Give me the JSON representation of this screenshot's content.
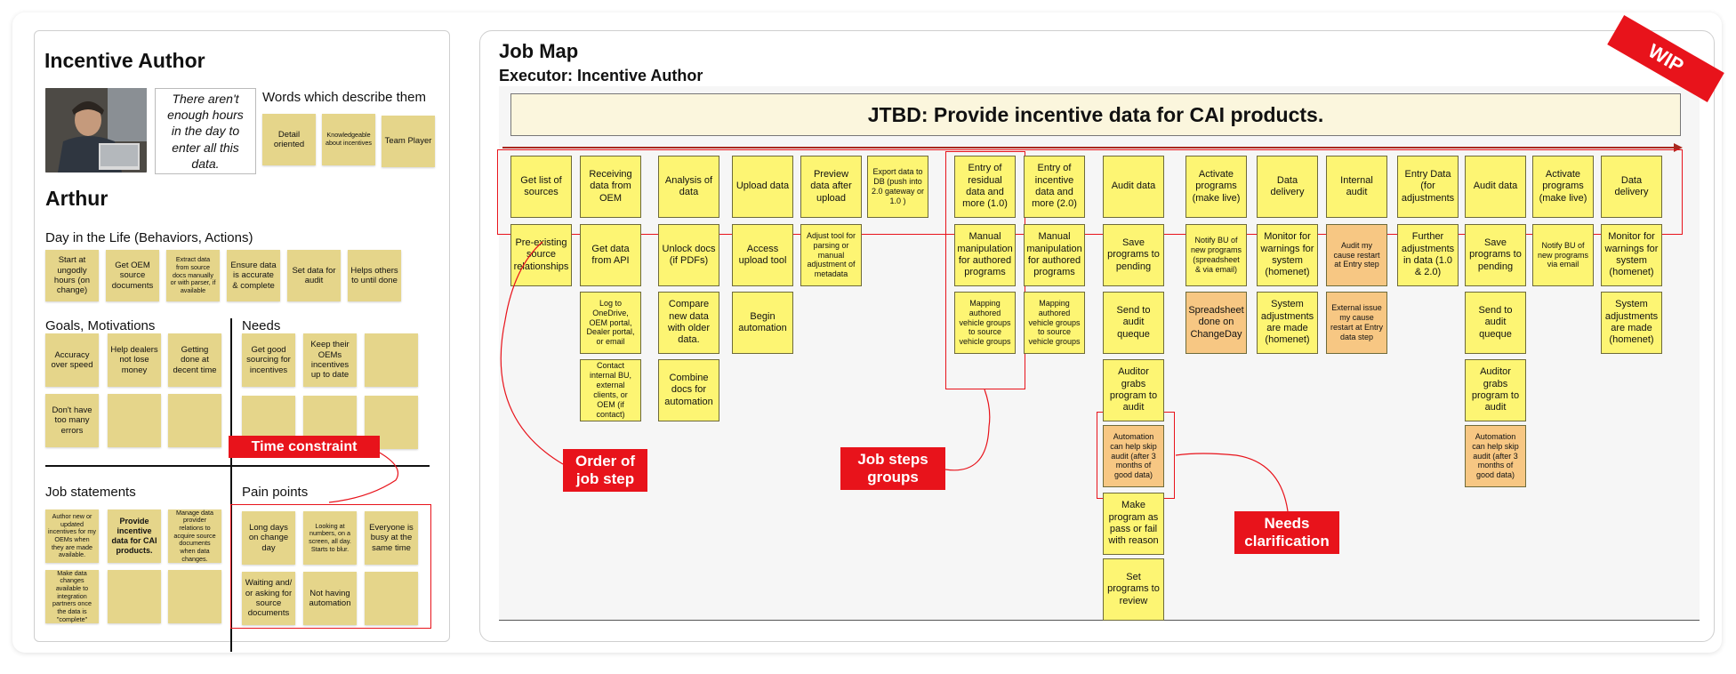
{
  "persona": {
    "title": "Incentive Author",
    "quote": "There aren't enough hours in the day to enter all this data.",
    "words_heading": "Words which describe them",
    "words": [
      "Detail oriented",
      "Knowledgeable about incentives",
      "Team Player"
    ],
    "name": "Arthur",
    "day_heading": "Day in the Life (Behaviors, Actions)",
    "day": [
      "Start at ungodly hours (on change)",
      "Get OEM source documents",
      "Extract data from source docs manually or with parser, if available",
      "Ensure data is accurate & complete",
      "Set data for audit",
      "Helps others to until done"
    ],
    "goals_heading": "Goals, Motivations",
    "goals": [
      "Accuracy over speed",
      "Help dealers not lose money",
      "Getting done at decent time",
      "Don't have too many errors",
      "",
      ""
    ],
    "needs_heading": "Needs",
    "needs": [
      "Get good sourcing for incentives",
      "Keep their OEMs incentives up to date",
      "",
      "",
      "",
      ""
    ],
    "jobs_heading": "Job statements",
    "jobs": [
      "Author new or updated incentives for my OEMs when they are made available.",
      "Provide incentive data for CAI products.",
      "Manage data provider relations to acquire source documents when data changes.",
      "Make data changes available to integration partners once the data is \"complete\"",
      "",
      ""
    ],
    "pain_heading": "Pain points",
    "pain": [
      "Long days on change day",
      "Looking at numbers, on a screen, all day. Starts to blur.",
      "Everyone is busy at the same time",
      "Waiting and/ or asking for source documents",
      "Not having automation",
      ""
    ],
    "time_label": "Time constraint"
  },
  "jobmap": {
    "title": "Job Map",
    "executor": "Executor: Incentive Author",
    "jtbd": "JTBD: Provide incentive data for CAI products.",
    "columns": [
      [
        "Get list of sources",
        "Pre-existing source relationships"
      ],
      [
        "Receiving data from OEM",
        "Get data from API",
        "Log to OneDrive, OEM portal, Dealer portal, or email",
        "Contact internal BU, external clients, or OEM (if contact)"
      ],
      [
        "Analysis of data",
        "Unlock docs (if PDFs)",
        "Compare new data with older data.",
        "Combine docs for automation"
      ],
      [
        "Upload data",
        "Access upload tool",
        "Begin automation"
      ],
      [
        "Preview data after upload",
        "Adjust tool for parsing or manual adjustment of metadata"
      ],
      [
        "Export data to DB (push into 2.0 gateway or 1.0 )"
      ],
      [
        "Entry of residual data and more (1.0)",
        "Manual manipulation for authored programs",
        "Mapping authored vehicle groups to source vehicle groups"
      ],
      [
        "Entry of incentive data and more (2.0)",
        "Manual manipulation for authored programs",
        "Mapping authored vehicle groups to source vehicle groups"
      ],
      [
        "Audit data",
        "Save programs to pending",
        "Send to audit queque",
        "Auditor grabs program to audit",
        "Automation can help skip audit (after 3 months of good data)",
        "Make program as pass or fail with reason",
        "Set programs to review"
      ],
      [
        "Activate programs (make live)",
        "Notify BU of new programs (spreadsheet & via email)",
        "Spreadsheet done on ChangeDay"
      ],
      [
        "Data delivery",
        "Monitor for warnings for system (homenet)",
        "System adjustments are made (homenet)"
      ],
      [
        "Internal audit",
        "Audit my cause restart at Entry step",
        "External issue my cause restart at Entry data step"
      ],
      [
        "Entry Data (for adjustments",
        "Further adjustments in data (1.0 & 2.0)"
      ],
      [
        "Audit data",
        "Save programs to pending",
        "Send to audit queque",
        "Auditor grabs program to audit",
        "Automation can help skip audit (after 3 months of good data)"
      ],
      [
        "Activate programs (make live)",
        "Notify BU of new programs via email"
      ],
      [
        "Data delivery",
        "Monitor for warnings for system (homenet)",
        "System adjustments are made (homenet)"
      ]
    ],
    "labels": {
      "order": "Order of job step",
      "groups": "Job steps groups",
      "clarify": "Needs clarification"
    },
    "wip": "WIP"
  },
  "colors": {
    "sticky": "#e5d58a",
    "card": "#fdf573",
    "card_orange": "#f7c783",
    "accent_red": "#e8131b"
  }
}
